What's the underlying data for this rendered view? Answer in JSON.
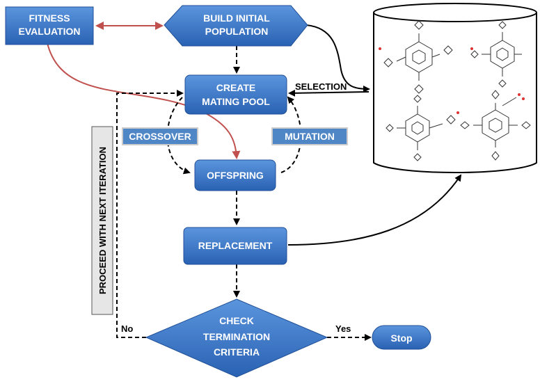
{
  "nodes": {
    "fitness_line1": "FITNESS",
    "fitness_line2": "EVALUATION",
    "build_line1": "BUILD INITIAL",
    "build_line2": "POPULATION",
    "mating_line1": "CREATE",
    "mating_line2": "MATING POOL",
    "offspring": "OFFSPRING",
    "replacement": "REPLACEMENT",
    "check_line1": "CHECK",
    "check_line2": "TERMINATION",
    "check_line3": "CRITERIA",
    "stop": "Stop"
  },
  "labels": {
    "selection": "SELECTION",
    "crossover": "CROSSOVER",
    "mutation": "MUTATION",
    "proceed": "PROCEED WITH NEXT ITERATION",
    "no": "No",
    "yes": "Yes"
  },
  "colors": {
    "node_fill": "#3a75c4",
    "node_dark": "#1f4f96",
    "red_arrow": "#c0504d",
    "label_fill": "#4f86c6"
  }
}
